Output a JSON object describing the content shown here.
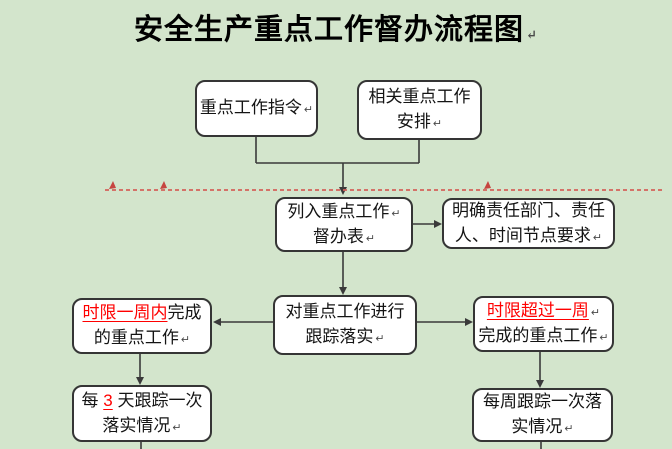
{
  "title": "安全生产重点工作督办流程图",
  "marks": {
    "return": "↵"
  },
  "colors": {
    "background": "#d3e5cc",
    "node_fill": "#ffffff",
    "node_border": "#353535",
    "text": "#141414",
    "highlight_red": "#ff0000",
    "dashed_separator_red": "#d4625a"
  },
  "flowchart": {
    "nodes": {
      "directive": {
        "line1": "重点工作指令"
      },
      "related_arrangement": {
        "line1": "相关重点工作",
        "line2": "安排"
      },
      "supervision_list": {
        "line1": "列入重点工作",
        "line2": "督办表"
      },
      "clarify_responsibility": {
        "line1": "明确责任部门、责任",
        "line2": "人、时间节点要求"
      },
      "track_implementation": {
        "line1": "对重点工作进行",
        "line2": "跟踪落实"
      },
      "within_one_week": {
        "line1_red": "时限一周内",
        "line1_rest": "完成",
        "line2": "的重点工作"
      },
      "over_one_week": {
        "line1_red": "时限超过一周",
        "line2": "完成的重点工作"
      },
      "every_3_days": {
        "line1_pre": "每 ",
        "line1_red": "3",
        "line1_rest": " 天跟踪一次",
        "line2": "落实情况"
      },
      "weekly": {
        "line1": "每周跟踪一次落",
        "line2": "实情况"
      }
    },
    "edges": [
      {
        "from": "directive",
        "to": "supervision_list"
      },
      {
        "from": "related_arrangement",
        "to": "supervision_list"
      },
      {
        "from": "supervision_list",
        "to": "clarify_responsibility"
      },
      {
        "from": "supervision_list",
        "to": "track_implementation"
      },
      {
        "from": "track_implementation",
        "to": "within_one_week"
      },
      {
        "from": "track_implementation",
        "to": "over_one_week"
      },
      {
        "from": "within_one_week",
        "to": "every_3_days"
      },
      {
        "from": "over_one_week",
        "to": "weekly"
      }
    ]
  }
}
